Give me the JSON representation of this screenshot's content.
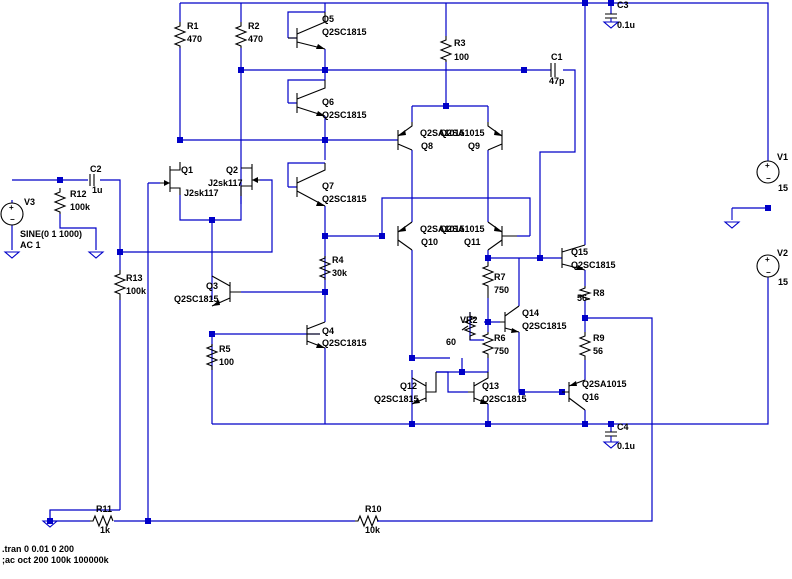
{
  "schematic": {
    "components": {
      "R1": {
        "name": "R1",
        "value": "470"
      },
      "R2": {
        "name": "R2",
        "value": "470"
      },
      "R3": {
        "name": "R3",
        "value": "100"
      },
      "R4": {
        "name": "R4",
        "value": "30k"
      },
      "R5": {
        "name": "R5",
        "value": "100"
      },
      "R6": {
        "name": "R6",
        "value": "750"
      },
      "R7": {
        "name": "R7",
        "value": "750"
      },
      "R8": {
        "name": "R8",
        "value": "56"
      },
      "R9": {
        "name": "R9",
        "value": "56"
      },
      "R10": {
        "name": "R10",
        "value": "10k"
      },
      "R11": {
        "name": "R11",
        "value": "1k"
      },
      "R12": {
        "name": "R12",
        "value": "100k"
      },
      "R13": {
        "name": "R13",
        "value": "100k"
      },
      "VR2": {
        "name": "VR2",
        "value": "60"
      },
      "C1": {
        "name": "C1",
        "value": "47p"
      },
      "C2": {
        "name": "C2",
        "value": "1u"
      },
      "C3": {
        "name": "C3",
        "value": "0.1u"
      },
      "C4": {
        "name": "C4",
        "value": "0.1u"
      },
      "Q1": {
        "name": "Q1",
        "value": "J2sk117"
      },
      "Q2": {
        "name": "Q2",
        "value": "J2sk117"
      },
      "Q3": {
        "name": "Q3",
        "value": "Q2SC1815"
      },
      "Q4": {
        "name": "Q4",
        "value": "Q2SC1815"
      },
      "Q5": {
        "name": "Q5",
        "value": "Q2SC1815"
      },
      "Q6": {
        "name": "Q6",
        "value": "Q2SC1815"
      },
      "Q7": {
        "name": "Q7",
        "value": "Q2SC1815"
      },
      "Q8": {
        "name": "Q8",
        "value": "Q2SA1015"
      },
      "Q9": {
        "name": "Q9",
        "value": "Q2SA1015"
      },
      "Q10": {
        "name": "Q10",
        "value": "Q2SA1015"
      },
      "Q11": {
        "name": "Q11",
        "value": "Q2SA1015"
      },
      "Q12": {
        "name": "Q12",
        "value": "Q2SC1815"
      },
      "Q13": {
        "name": "Q13",
        "value": "Q2SC1815"
      },
      "Q14": {
        "name": "Q14",
        "value": "Q2SC1815"
      },
      "Q15": {
        "name": "Q15",
        "value": "Q2SC1815"
      },
      "Q16": {
        "name": "Q16",
        "value": "Q2SA1015"
      },
      "V1": {
        "name": "V1",
        "value": "15"
      },
      "V2": {
        "name": "V2",
        "value": "15"
      },
      "V3": {
        "name": "V3",
        "value": "SINE(0 1 1000)",
        "ac": "AC 1"
      }
    },
    "overlap_labels": {
      "q8q9": "Q2SA1015",
      "q10q11": "Q2SA1015"
    },
    "directives": {
      "tran": ".tran 0 0.01 0 200",
      "ac": ";ac oct 200 100k 100000k"
    },
    "colors": {
      "wire": "#0000c8",
      "symbol": "#000000",
      "background": "#ffffff"
    }
  }
}
